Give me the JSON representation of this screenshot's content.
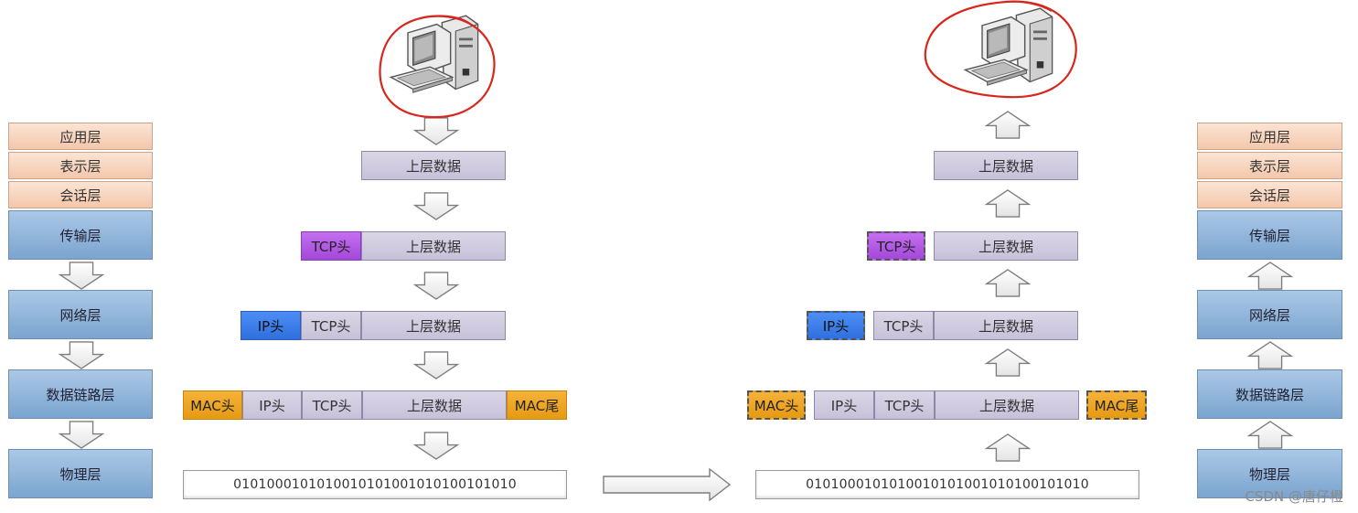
{
  "osi_layers": {
    "application": "应用层",
    "presentation": "表示层",
    "session": "会话层",
    "transport": "传输层",
    "network": "网络层",
    "datalink": "数据链路层",
    "physical": "物理层"
  },
  "labels": {
    "upper_data": "上层数据",
    "tcp_header": "TCP头",
    "ip_header": "IP头",
    "mac_header": "MAC头",
    "mac_trailer": "MAC尾",
    "bitstream": "0101000101010010101001010100101010"
  },
  "colors": {
    "tcp": "#b35ae6",
    "ip": "#3a7ee9",
    "mac": "#eea524",
    "segment": "#cfcae0",
    "upper_layers": "#f7d3bd",
    "lower_layers": "#8fb3da"
  },
  "icons": {
    "sender": "computer-icon",
    "receiver": "computer-icon"
  },
  "watermark": "CSDN @唐仔橙"
}
